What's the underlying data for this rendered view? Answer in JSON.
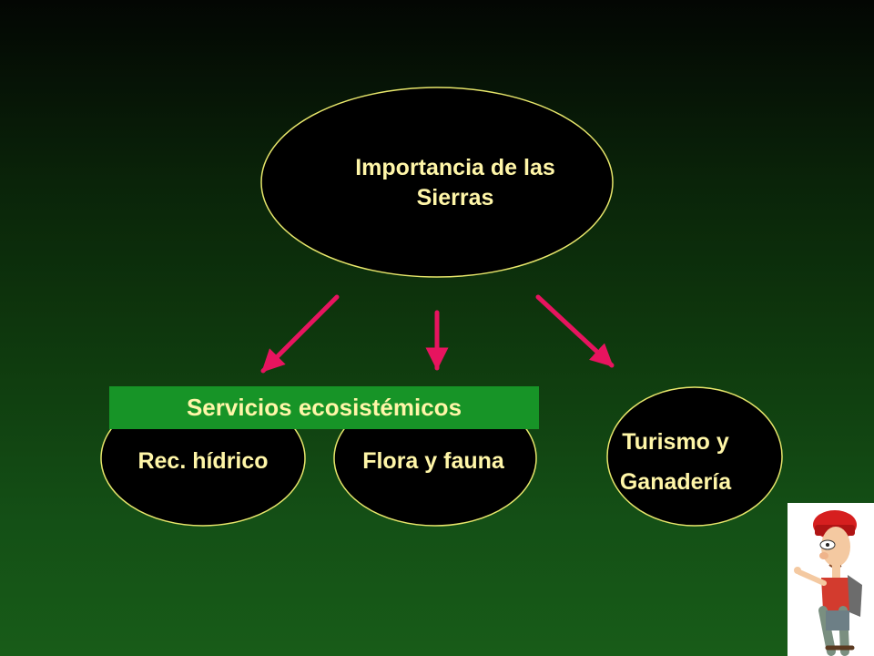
{
  "diagram": {
    "root": {
      "lines": [
        "Importancia de las",
        "Sierras"
      ]
    },
    "children": [
      {
        "id": "hydric",
        "lines": [
          "Rec. hídrico"
        ]
      },
      {
        "id": "flora",
        "lines": [
          "Flora y fauna"
        ]
      },
      {
        "id": "tourism",
        "lines": [
          "Turismo y",
          "Ganadería"
        ]
      }
    ],
    "group_label": "Servicios ecosistémicos"
  },
  "colors": {
    "node_fill": "#000000",
    "node_border": "#e7e66b",
    "text": "#fff6a8",
    "arrow": "#e7145f",
    "banner": "#179427"
  },
  "icons": {
    "hiker": "hiker-illustration"
  }
}
